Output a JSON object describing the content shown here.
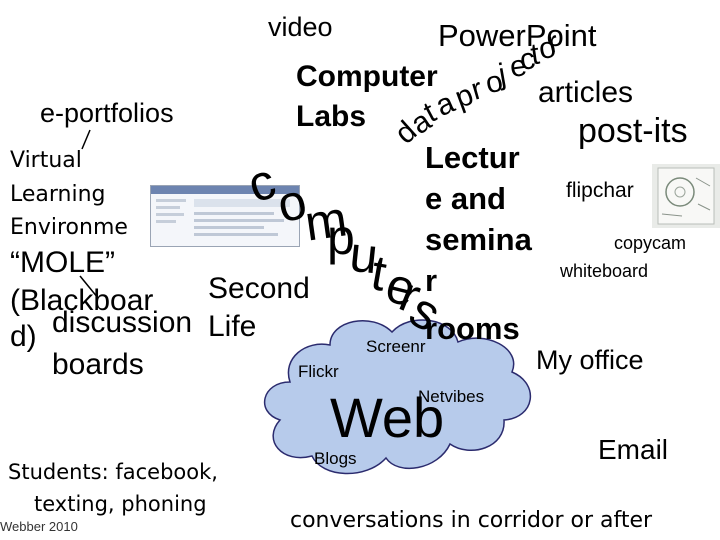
{
  "slide": {
    "labels": {
      "video": "video",
      "powerpoint": "PowerPoint",
      "computer": "Computer",
      "labs": "Labs",
      "articles": "articles",
      "eportfolios": "e-portfolios",
      "post_its": "post-its",
      "virtual": "Virtual",
      "learning": "Learning",
      "environment": "Environme",
      "mole": "“MOLE”",
      "blackboard": "(Blackboar",
      "blackboard_d": "d)",
      "discussion": "discussion",
      "boards": "boards",
      "second": "Second",
      "life": "Life",
      "lecture_1": "Lectur",
      "lecture_2": "e and",
      "lecture_3": "semina",
      "lecture_4": "r",
      "lecture_5": "rooms",
      "flipchart": "flipchar",
      "copycam": "copycam",
      "whiteboard": "whiteboard",
      "my_office": "My office",
      "screenr": "Screenr",
      "flickr": "Flickr",
      "netvibes": "Netvibes",
      "web": "Web",
      "blogs": "Blogs",
      "email": "Email",
      "students_1": "Students: facebook,",
      "students_2": "texting, phoning",
      "credit": "Webber 2010",
      "conversations": "conversations in corridor or after"
    },
    "computers_letters": [
      "c",
      "o",
      "m",
      "p",
      "u",
      "t",
      "e",
      "r",
      "s"
    ],
    "project_data_letters": [
      "d",
      "a",
      "t",
      "a",
      "p",
      "r",
      "o",
      "j",
      "e",
      "c",
      "t",
      "o",
      "r"
    ],
    "cloud_color": "#b7cbeb",
    "cloud_stroke": "#2b2b6e"
  }
}
